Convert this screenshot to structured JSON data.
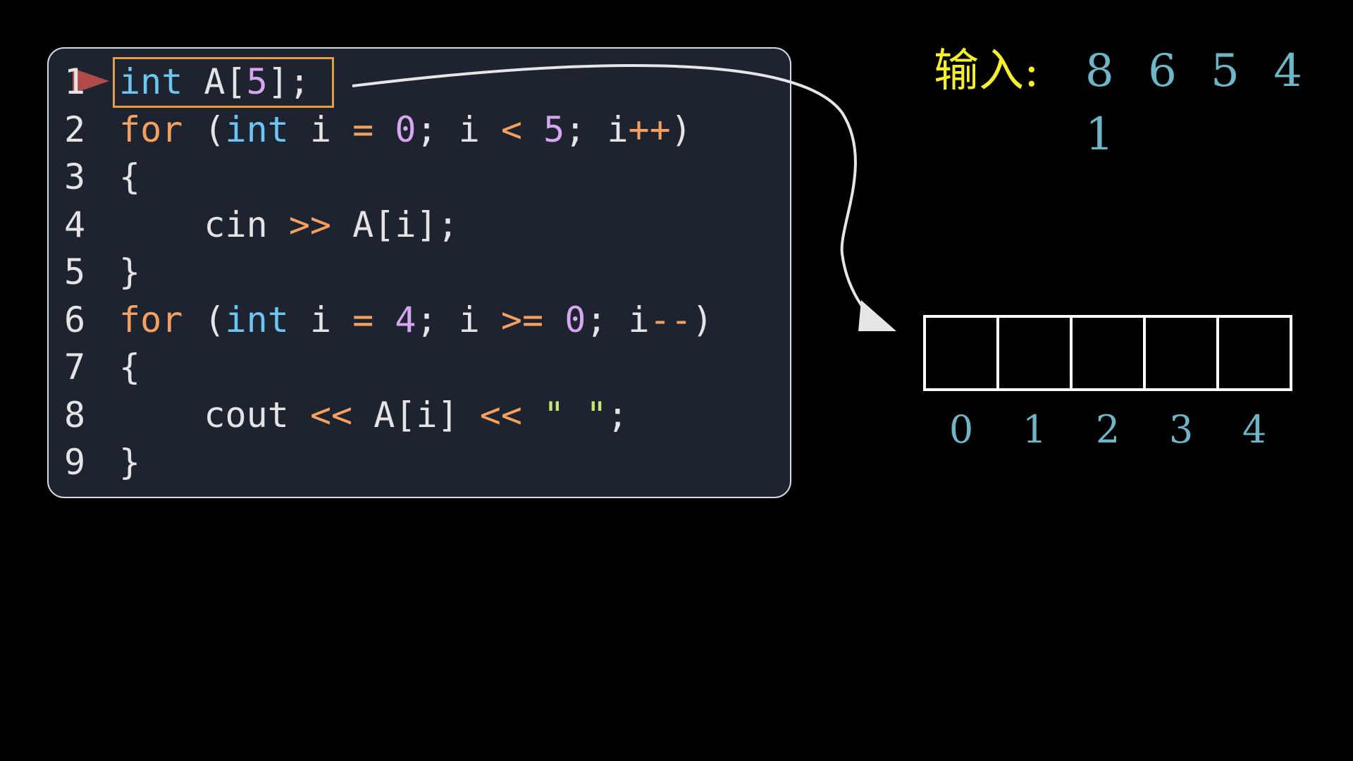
{
  "code": {
    "lines": [
      {
        "n": "1",
        "tokens": [
          [
            "kw",
            "int"
          ],
          [
            "t",
            " A["
          ],
          [
            "num",
            "5"
          ],
          [
            "t",
            "];"
          ]
        ]
      },
      {
        "n": "2",
        "tokens": [
          [
            "ctl",
            "for"
          ],
          [
            "t",
            " ("
          ],
          [
            "kw",
            "int"
          ],
          [
            "t",
            " i "
          ],
          [
            "op",
            "="
          ],
          [
            "t",
            " "
          ],
          [
            "num",
            "0"
          ],
          [
            "t",
            "; i "
          ],
          [
            "op",
            "<"
          ],
          [
            "t",
            " "
          ],
          [
            "num",
            "5"
          ],
          [
            "t",
            "; i"
          ],
          [
            "op",
            "++"
          ],
          [
            "t",
            ")"
          ]
        ]
      },
      {
        "n": "3",
        "tokens": [
          [
            "t",
            "{"
          ]
        ]
      },
      {
        "n": "4",
        "tokens": [
          [
            "t",
            "    cin "
          ],
          [
            "op",
            ">>"
          ],
          [
            "t",
            " A[i];"
          ]
        ]
      },
      {
        "n": "5",
        "tokens": [
          [
            "t",
            "}"
          ]
        ]
      },
      {
        "n": "6",
        "tokens": [
          [
            "ctl",
            "for"
          ],
          [
            "t",
            " ("
          ],
          [
            "kw",
            "int"
          ],
          [
            "t",
            " i "
          ],
          [
            "op",
            "="
          ],
          [
            "t",
            " "
          ],
          [
            "num",
            "4"
          ],
          [
            "t",
            "; i "
          ],
          [
            "op",
            ">="
          ],
          [
            "t",
            " "
          ],
          [
            "num",
            "0"
          ],
          [
            "t",
            "; i"
          ],
          [
            "op",
            "--"
          ],
          [
            "t",
            ")"
          ]
        ]
      },
      {
        "n": "7",
        "tokens": [
          [
            "t",
            "{"
          ]
        ]
      },
      {
        "n": "8",
        "tokens": [
          [
            "t",
            "    cout "
          ],
          [
            "op",
            "<<"
          ],
          [
            "t",
            " A[i] "
          ],
          [
            "op",
            "<<"
          ],
          [
            "t",
            " "
          ],
          [
            "str",
            "\" \""
          ],
          [
            "t",
            ";"
          ]
        ]
      },
      {
        "n": "9",
        "tokens": [
          [
            "t",
            "}"
          ]
        ]
      }
    ]
  },
  "input": {
    "label": "输入:",
    "values": "8 6 5 4 1"
  },
  "array": {
    "indices": [
      "0",
      "1",
      "2",
      "3",
      "4"
    ],
    "cells": [
      "",
      "",
      "",
      "",
      ""
    ]
  },
  "colors": {
    "panel": "#1e2330",
    "keyword": "#6cc5f2",
    "control": "#f3a060",
    "number": "#d7a6f0",
    "string": "#c6e872",
    "highlight": "#e59d45",
    "pointer": "#c0504d",
    "label": "#f5ee2a",
    "value": "#6db6c8"
  },
  "icons": {
    "pointer": "triangle-pointer-icon",
    "arrow": "curved-arrow-icon"
  }
}
